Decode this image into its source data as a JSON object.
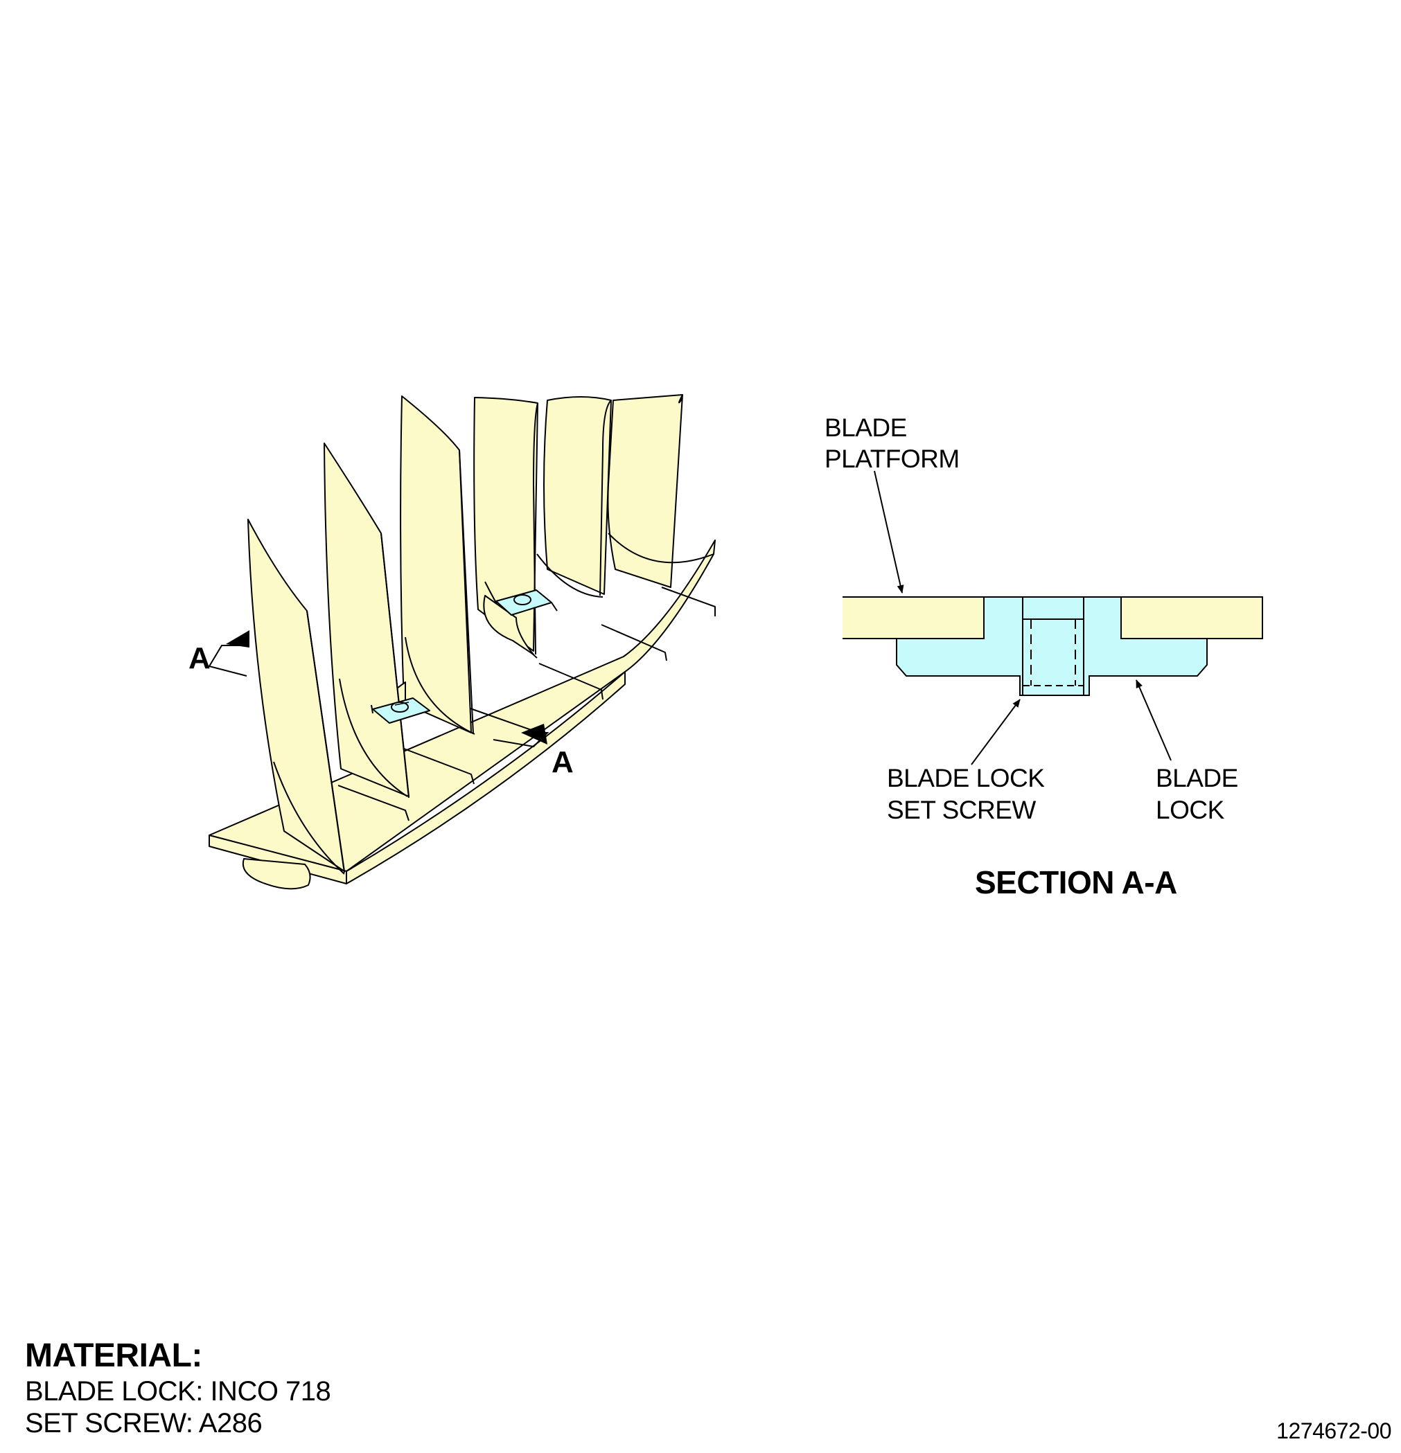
{
  "colors": {
    "blade_fill": "#fcfac8",
    "lock_fill": "#c7fbfb",
    "outline": "#000000",
    "background": "#ffffff"
  },
  "isometric_view": {
    "section_marker_left": "A",
    "section_marker_right": "A"
  },
  "section_view": {
    "callout_blade_platform": [
      "BLADE",
      "PLATFORM"
    ],
    "callout_set_screw": [
      "BLADE LOCK",
      "SET SCREW"
    ],
    "callout_blade_lock": [
      "BLADE",
      "LOCK"
    ],
    "title": "SECTION A-A"
  },
  "notes": {
    "title": "MATERIAL:",
    "lines": [
      "BLADE LOCK: INCO 718",
      "SET SCREW: A286"
    ]
  },
  "figure_number": "1274672-00"
}
